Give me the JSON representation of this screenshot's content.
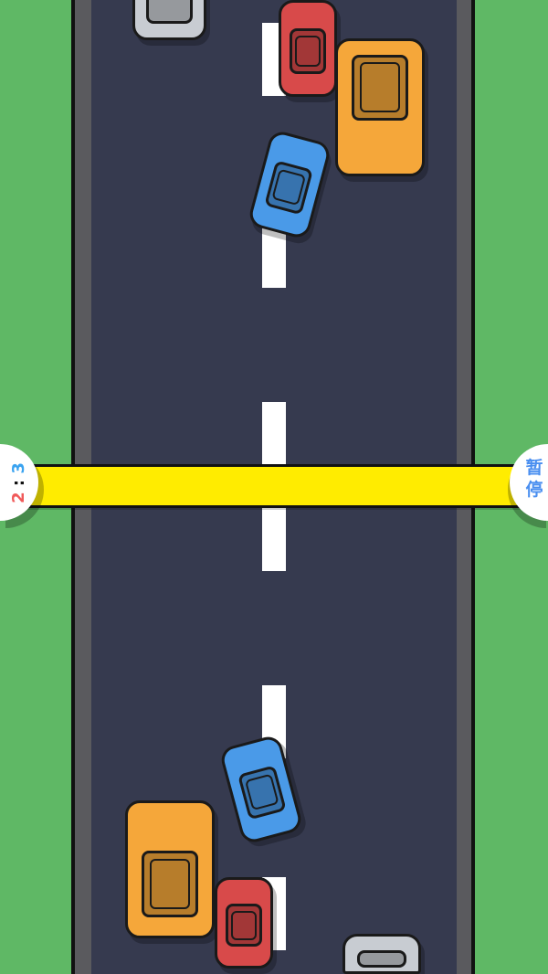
{
  "score": {
    "left": "2",
    "separator": ":",
    "right": "3",
    "left_color": "#f05a5a",
    "right_color": "#3aa3f0"
  },
  "pause_button": {
    "label_line1": "暂",
    "label_line2": "停"
  },
  "colors": {
    "grass": "#5fb865",
    "road": "#363a4f",
    "bar": "#ffec00"
  },
  "cars": [
    {
      "name": "top-gray-car",
      "color": "#c8ccd2"
    },
    {
      "name": "top-red-car",
      "color": "#d84a4a"
    },
    {
      "name": "top-orange-truck",
      "color": "#f5a73a"
    },
    {
      "name": "top-blue-car",
      "color": "#4a9ae8"
    },
    {
      "name": "bottom-blue-car",
      "color": "#4a9ae8"
    },
    {
      "name": "bottom-orange-truck",
      "color": "#f5a73a"
    },
    {
      "name": "bottom-red-car",
      "color": "#d84a4a"
    },
    {
      "name": "bottom-gray-car",
      "color": "#c8ccd2"
    }
  ]
}
